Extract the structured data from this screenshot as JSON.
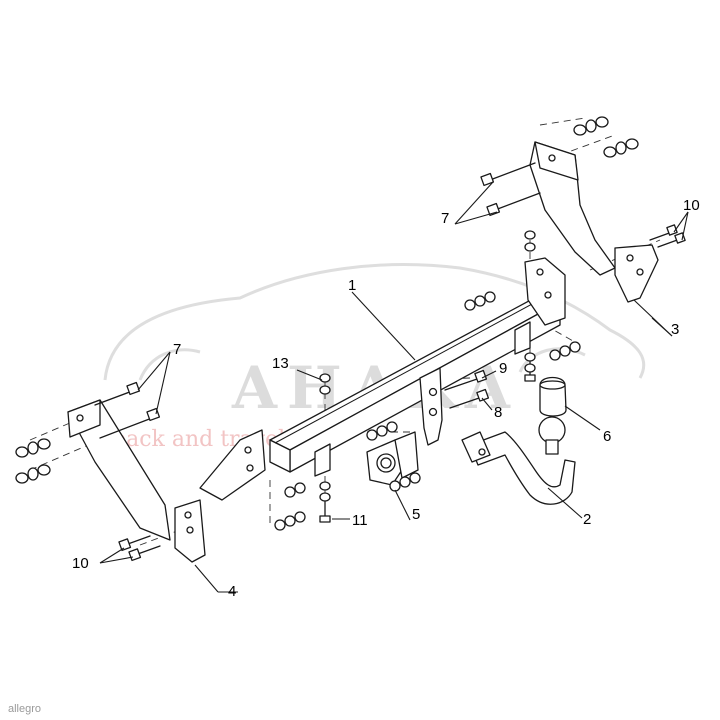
{
  "watermark": {
    "brand_text": "AHAKA",
    "sub_text": "pack and travel",
    "corner_text": "allegro"
  },
  "callouts": {
    "c1": "1",
    "c2": "2",
    "c3": "3",
    "c4": "4",
    "c5": "5",
    "c6": "6",
    "c7_right": "7",
    "c7_left": "7",
    "c8": "8",
    "c9": "9",
    "c10_right": "10",
    "c10_left": "10",
    "c11": "11",
    "c13": "13"
  },
  "colors": {
    "line": "#1a1a1a",
    "watermark": "#dcdcdc",
    "watermark_sub": "#f2c4c4",
    "background": "#ffffff"
  }
}
